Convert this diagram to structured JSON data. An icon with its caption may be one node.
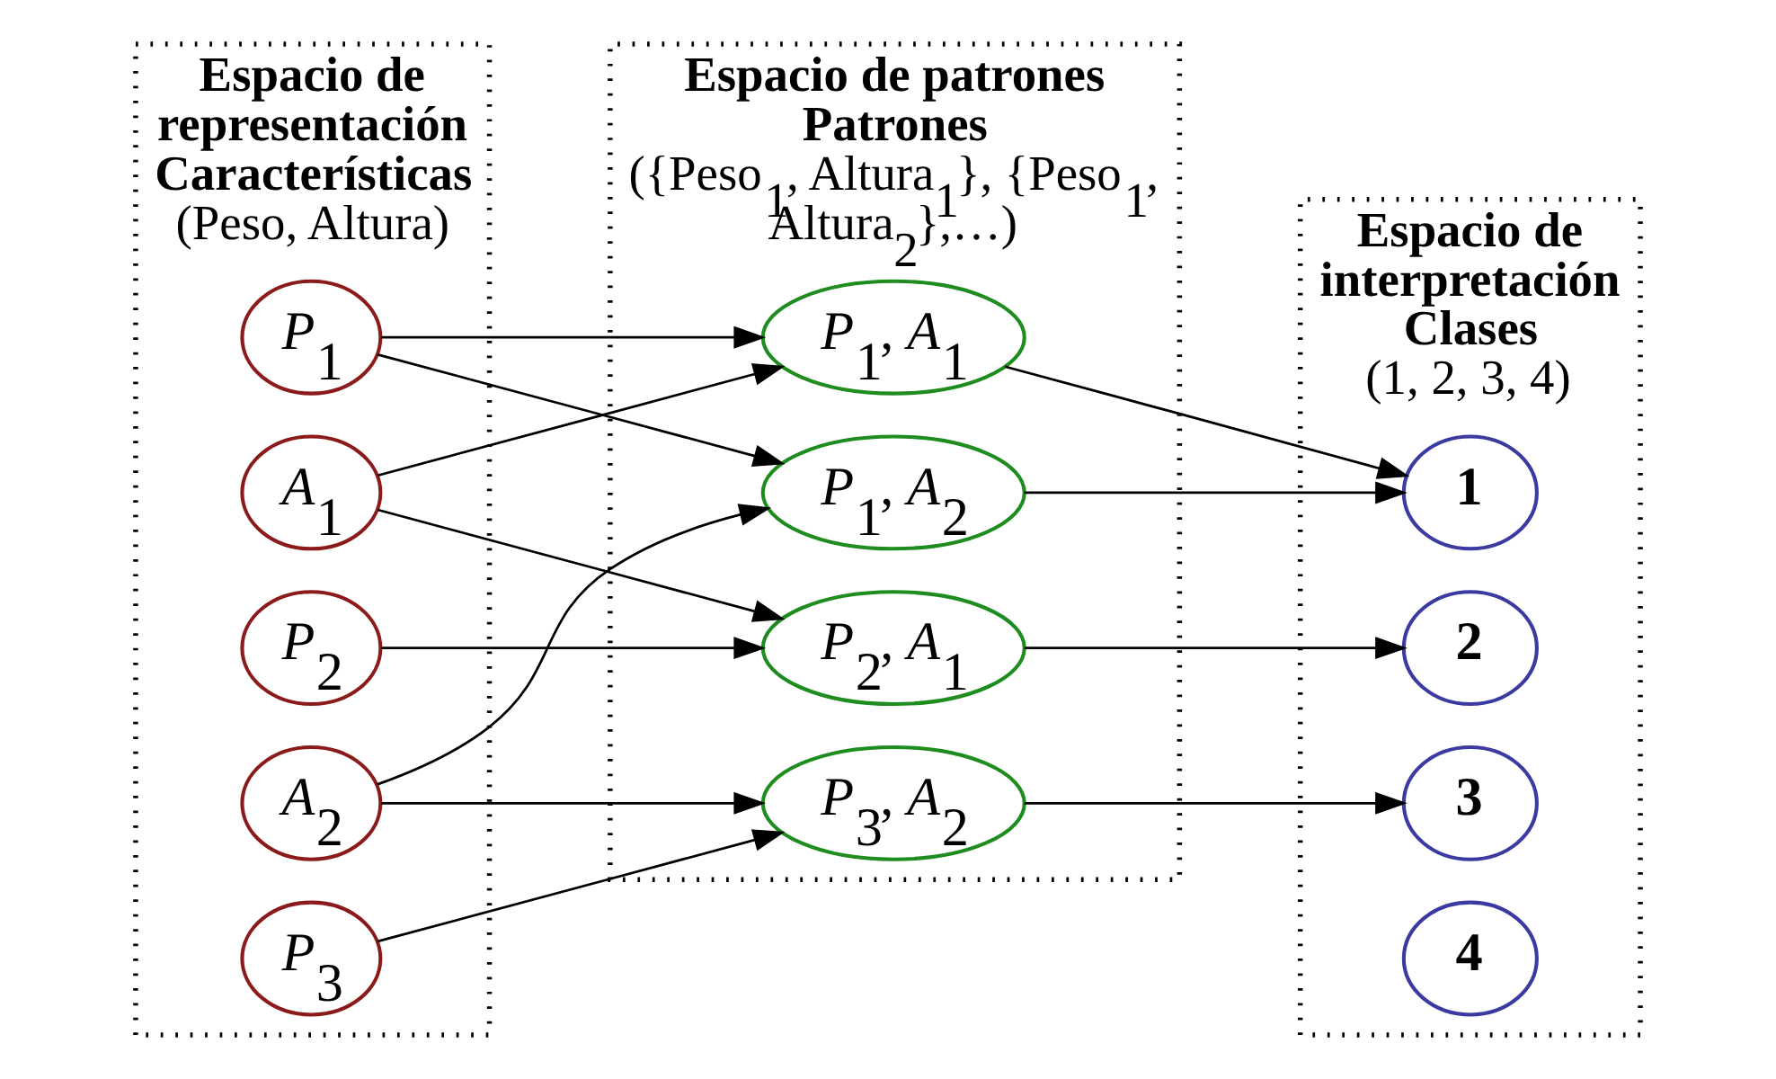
{
  "diagram": {
    "nodes": [
      {
        "text": [
          "Espacio de representación",
          "Características",
          "(Peso, Altura)"
        ]
      },
      {
        "text": [
          "*P*$_{1}$"
        ],
        "in": 0
      },
      {
        "text": [
          "*A*$_{1}$"
        ],
        "in": 0
      },
      {
        "text": [
          "*P*$_{2}$"
        ],
        "in": 0
      },
      {
        "text": [
          "*A*$_{2}$"
        ],
        "in": 0
      },
      {
        "text": [
          "*P*$_{3}$"
        ],
        "in": 0
      },
      {
        "text": [
          "Espacio de patrones",
          "Patrones",
          "({Peso$_{1}$, Altura$_{1}$}, {Peso$_{1}$, Altura$_{2}$},…)"
        ]
      },
      {
        "text": [
          "*P*$_{1}$, *A*$_{1}$"
        ],
        "in": 6
      },
      {
        "text": [
          "*P*$_{1}$, *A*$_{2}$"
        ],
        "in": 6
      },
      {
        "text": [
          "*P*$_{2}$, *A*$_{1}$"
        ],
        "in": 6
      },
      {
        "text": [
          "*P*$_{3}$, *A*$_{2}$"
        ],
        "in": 6
      },
      {
        "text": [
          "Espacio de interpretación",
          "Clases",
          "(1, 2, 3, 4)"
        ]
      },
      {
        "text": [
          "1"
        ],
        "in": 11
      },
      {
        "text": [
          "2"
        ],
        "in": 11
      },
      {
        "text": [
          "3"
        ],
        "in": 11
      },
      {
        "text": [
          "4"
        ],
        "in": 11
      }
    ],
    "edges": [
      {
        "from": 1,
        "to": 7,
        "arrow": "to"
      },
      {
        "from": 2,
        "to": 7,
        "arrow": "to"
      },
      {
        "from": 1,
        "to": 8,
        "arrow": "to"
      },
      {
        "from": 2,
        "to": 9,
        "arrow": "to"
      },
      {
        "from": 3,
        "to": 9,
        "arrow": "to"
      },
      {
        "from": 4,
        "to": 8,
        "arrow": "to"
      },
      {
        "from": 4,
        "to": 10,
        "arrow": "to"
      },
      {
        "from": 5,
        "to": 10,
        "arrow": "to"
      },
      {
        "from": 7,
        "to": 12,
        "arrow": "to"
      },
      {
        "from": 8,
        "to": 12,
        "arrow": "to"
      },
      {
        "from": 9,
        "to": 13,
        "arrow": "to"
      },
      {
        "from": 10,
        "to": 14,
        "arrow": "to"
      }
    ]
  }
}
